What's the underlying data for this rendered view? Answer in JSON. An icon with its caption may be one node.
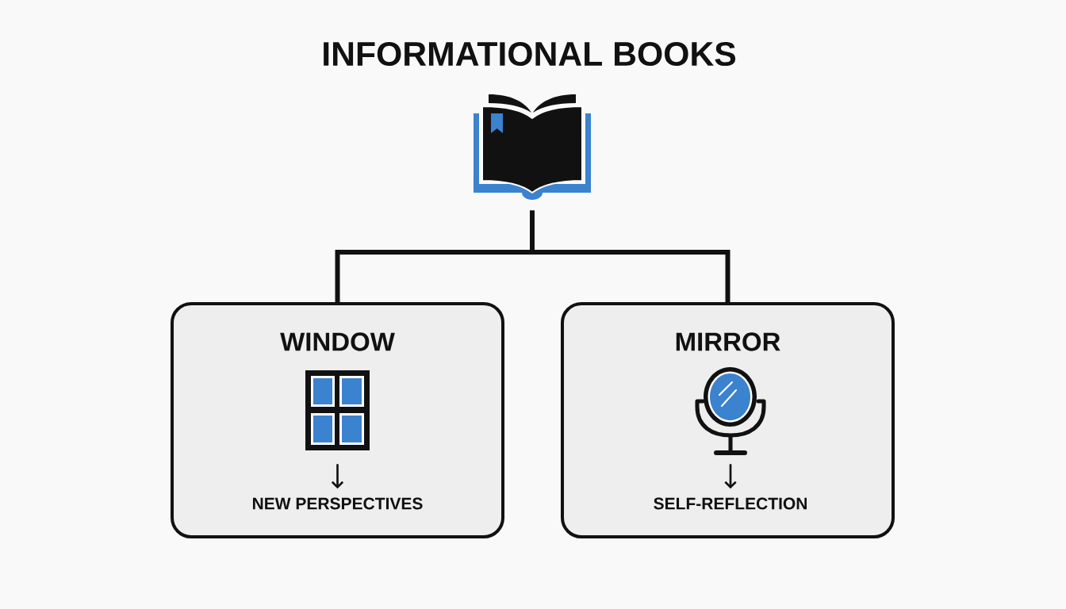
{
  "diagram": {
    "title": "INFORMATIONAL BOOKS",
    "nodes": [
      {
        "text": [],
        "shape": "picture"
      },
      {
        "text": [
          "WINDOW"
        ]
      },
      {
        "text": [],
        "shape": "picture",
        "in": 1
      },
      {
        "text": [
          "NEW PERSPECTIVES"
        ],
        "in": 1
      },
      {
        "text": [
          "MIRROR"
        ]
      },
      {
        "text": [],
        "shape": "picture",
        "in": 4
      },
      {
        "text": [
          "SELF-REFLECTION"
        ],
        "in": 4
      }
    ],
    "edges": [
      {
        "from": 0,
        "to": 1,
        "arrow": "none",
        "style": "thick"
      },
      {
        "from": 0,
        "to": 4,
        "arrow": "none",
        "style": "thick"
      },
      {
        "from": 2,
        "to": 3,
        "arrow": "to"
      },
      {
        "from": 5,
        "to": 6,
        "arrow": "to"
      }
    ]
  }
}
